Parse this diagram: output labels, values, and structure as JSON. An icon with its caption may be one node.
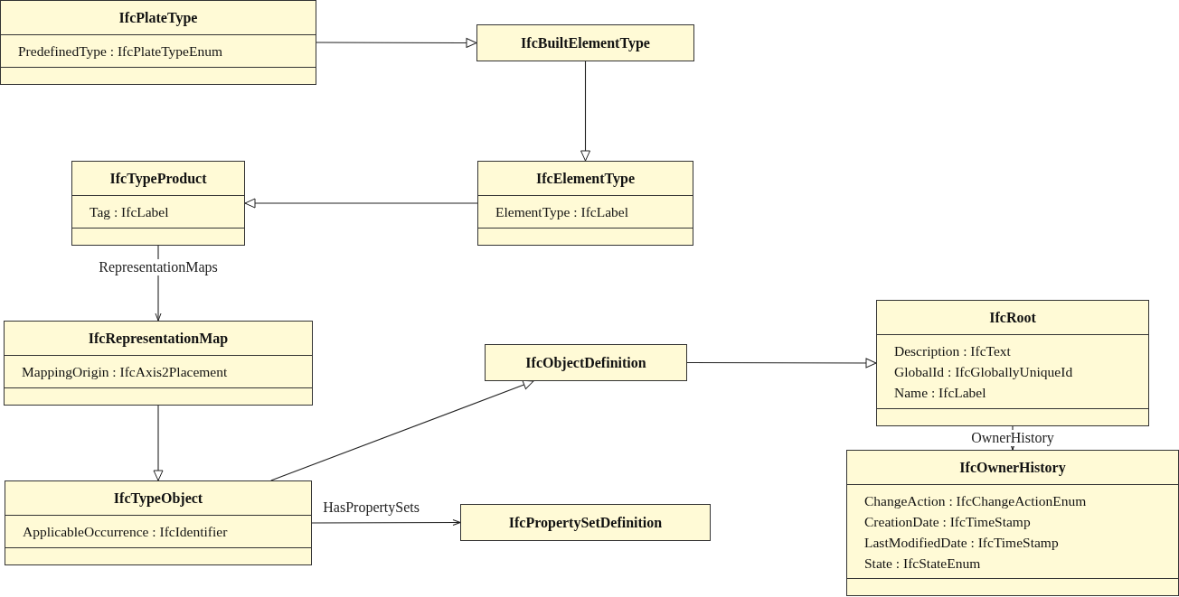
{
  "diagram": {
    "nodes": [
      {
        "text": [
          "IfcPlateType",
          "PredefinedType : IfcPlateTypeEnum"
        ]
      },
      {
        "text": [
          "IfcBuiltElementType"
        ]
      },
      {
        "text": [
          "IfcTypeProduct",
          "Tag : IfcLabel"
        ]
      },
      {
        "text": [
          "IfcElementType",
          "ElementType : IfcLabel"
        ]
      },
      {
        "text": [
          "IfcRoot",
          "Description : IfcText",
          "GlobalId : IfcGloballyUniqueId",
          "Name : IfcLabel"
        ]
      },
      {
        "text": [
          "IfcRepresentationMap",
          "MappingOrigin : IfcAxis2Placement"
        ]
      },
      {
        "text": [
          "IfcObjectDefinition"
        ]
      },
      {
        "text": [
          "IfcOwnerHistory",
          "ChangeAction : IfcChangeActionEnum",
          "CreationDate : IfcTimeStamp",
          "LastModifiedDate : IfcTimeStamp",
          "State : IfcStateEnum"
        ]
      },
      {
        "text": [
          "IfcTypeObject",
          "ApplicableOccurrence : IfcIdentifier"
        ]
      },
      {
        "text": [
          "IfcPropertySetDefinition"
        ]
      }
    ],
    "edges": [
      {
        "from": 0,
        "to": 1,
        "arrow": "to"
      },
      {
        "from": 1,
        "to": 3,
        "arrow": "to"
      },
      {
        "from": 3,
        "to": 2,
        "arrow": "to"
      },
      {
        "from": 2,
        "to": 5,
        "arrow": "to",
        "label": "RepresentationMaps"
      },
      {
        "from": 5,
        "to": 8,
        "arrow": "to"
      },
      {
        "from": 8,
        "to": 6,
        "arrow": "to"
      },
      {
        "from": 6,
        "to": 4,
        "arrow": "to"
      },
      {
        "from": 4,
        "to": 7,
        "arrow": "to",
        "label": "OwnerHistory"
      },
      {
        "from": 8,
        "to": 9,
        "arrow": "to",
        "label": "HasPropertySets"
      }
    ]
  }
}
